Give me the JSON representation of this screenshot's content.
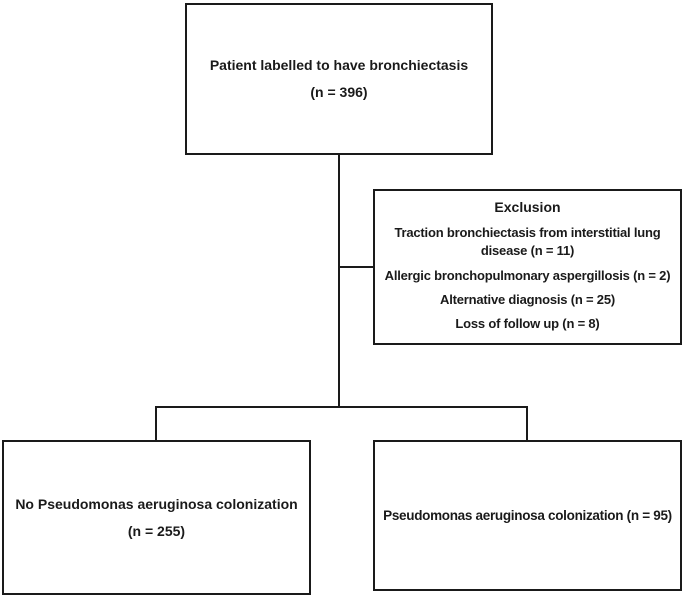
{
  "diagram": {
    "type": "patient-flow-chart",
    "colors": {
      "background": "#ffffff",
      "line": "#1a1a1a",
      "text": "#1a1a1a"
    },
    "boxes": {
      "top": {
        "line1": "Patient labelled to have bronchiectasis",
        "line2": "(n = 396)"
      },
      "exclusion": {
        "title": "Exclusion",
        "items": [
          "Traction bronchiectasis from interstitial lung disease (n = 11)",
          "Allergic bronchopulmonary aspergillosis (n = 2)",
          "Alternative diagnosis (n = 25)",
          "Loss of follow up (n = 8)"
        ]
      },
      "bottom_left": {
        "line1": "No Pseudomonas aeruginosa colonization",
        "line2": "(n = 255)"
      },
      "bottom_right": {
        "line1": "Pseudomonas aeruginosa colonization (n = 95)"
      }
    }
  }
}
